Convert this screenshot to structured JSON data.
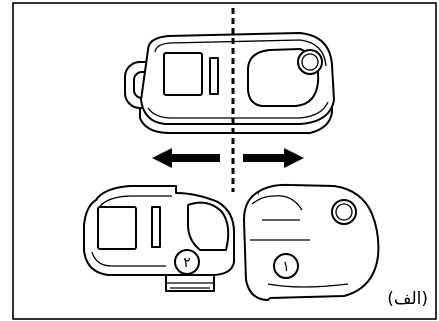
{
  "figure": {
    "caption": "(الف)",
    "callouts": [
      {
        "label": "۲"
      },
      {
        "label": "۱"
      }
    ]
  },
  "colors": {
    "line": "#000000",
    "fill": "#ffffff"
  }
}
